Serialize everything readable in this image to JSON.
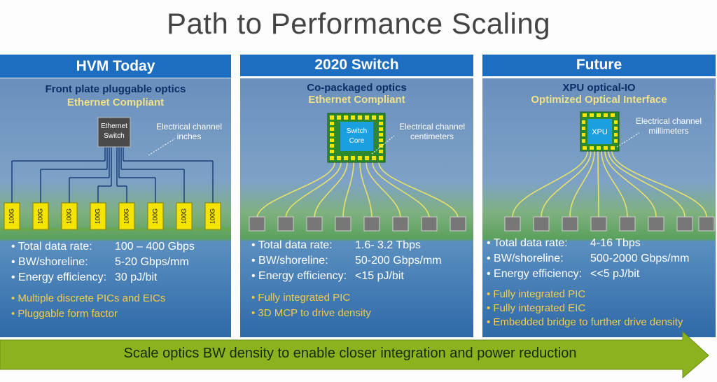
{
  "title": "Path to Performance Scaling",
  "panels": [
    {
      "header": "HVM Today",
      "subtitle1": "Front plate pluggable optics",
      "subtitle2": "Ethernet Compliant",
      "chip": "Ethernet Switch",
      "electrical": [
        "Electrical channel",
        "inches"
      ],
      "module_label": "100G",
      "stats": [
        {
          "k": "Total data rate:",
          "v": "100 – 400 Gbps"
        },
        {
          "k": "BW/shoreline:",
          "v": "5-20 Gbps/mm"
        },
        {
          "k": "Energy efficiency:",
          "v": "30 pJ/bit"
        }
      ],
      "points": [
        "Multiple discrete PICs and EICs",
        "Pluggable form factor"
      ]
    },
    {
      "header": "2020 Switch",
      "subtitle1": "Co-packaged optics",
      "subtitle2": "Ethernet Compliant",
      "chip": "Switch Core",
      "electrical": [
        "Electrical channel",
        "centimeters"
      ],
      "stats": [
        {
          "k": "Total data rate:",
          "v": "1.6- 3.2 Tbps"
        },
        {
          "k": "BW/shoreline:",
          "v": "50-200 Gbps/mm"
        },
        {
          "k": "Energy efficiency:",
          "v": "<15 pJ/bit"
        }
      ],
      "points": [
        "Fully integrated PIC",
        "3D MCP to drive density"
      ]
    },
    {
      "header": "Future",
      "subtitle1": "XPU optical-IO",
      "subtitle2": "Optimized Optical Interface",
      "chip": "XPU",
      "electrical": [
        "Electrical channel",
        "millimeters"
      ],
      "stats": [
        {
          "k": "Total data rate:",
          "v": "4-16 Tbps"
        },
        {
          "k": "BW/shoreline:",
          "v": "500-2000 Gbps/mm"
        },
        {
          "k": "Energy efficiency:",
          "v": "<<5 pJ/bit"
        }
      ],
      "points": [
        "Fully integrated PIC",
        "Fully integrated EIC",
        "Embedded bridge to further drive density"
      ]
    }
  ],
  "arrow_text": "Scale optics BW density to enable closer integration and power reduction",
  "colors": {
    "header": "#1d6ec0",
    "accent": "#f2cc48",
    "arrow": "#8cb31e"
  }
}
